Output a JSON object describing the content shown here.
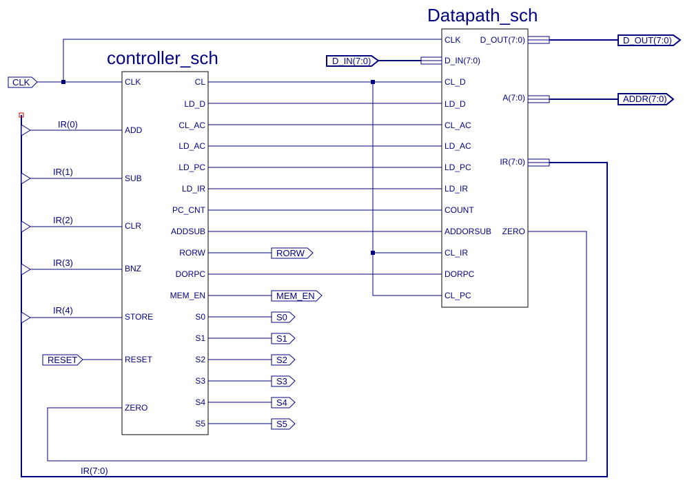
{
  "colors": {
    "wire": "#000080",
    "box": "#000000",
    "text": "#000080",
    "marker": "#cc0000"
  },
  "controller": {
    "title": "controller_sch",
    "inputs": [
      "CLK",
      "ADD",
      "SUB",
      "CLR",
      "BNZ",
      "STORE",
      "RESET",
      "ZERO"
    ],
    "outputs": [
      "CL",
      "LD_D",
      "CL_AC",
      "LD_AC",
      "LD_PC",
      "LD_IR",
      "PC_CNT",
      "ADDSUB",
      "RORW",
      "DORPC",
      "MEM_EN",
      "S0",
      "S1",
      "S2",
      "S3",
      "S4",
      "S5"
    ]
  },
  "datapath": {
    "title": "Datapath_sch",
    "inputs": [
      "CLK",
      "D_IN(7:0)",
      "CL_D",
      "LD_D",
      "CL_AC",
      "LD_AC",
      "LD_PC",
      "LD_IR",
      "COUNT",
      "ADDORSUB",
      "CL_IR",
      "DORPC",
      "CL_PC"
    ],
    "outputs": [
      "D_OUT(7:0)",
      "A(7:0)",
      "IR(7:0)",
      "ZERO"
    ]
  },
  "ports": {
    "clk": "CLK",
    "reset": "RESET",
    "d_in": "D_IN(7:0)",
    "d_out": "D_OUT(7:0)",
    "addr": "ADDR(7:0)",
    "outputs": [
      "RORW",
      "MEM_EN",
      "S0",
      "S1",
      "S2",
      "S3",
      "S4",
      "S5"
    ]
  },
  "nets": {
    "ir_bits": [
      "IR(0)",
      "IR(1)",
      "IR(2)",
      "IR(3)",
      "IR(4)"
    ],
    "ir_bus": "IR(7:0)"
  }
}
